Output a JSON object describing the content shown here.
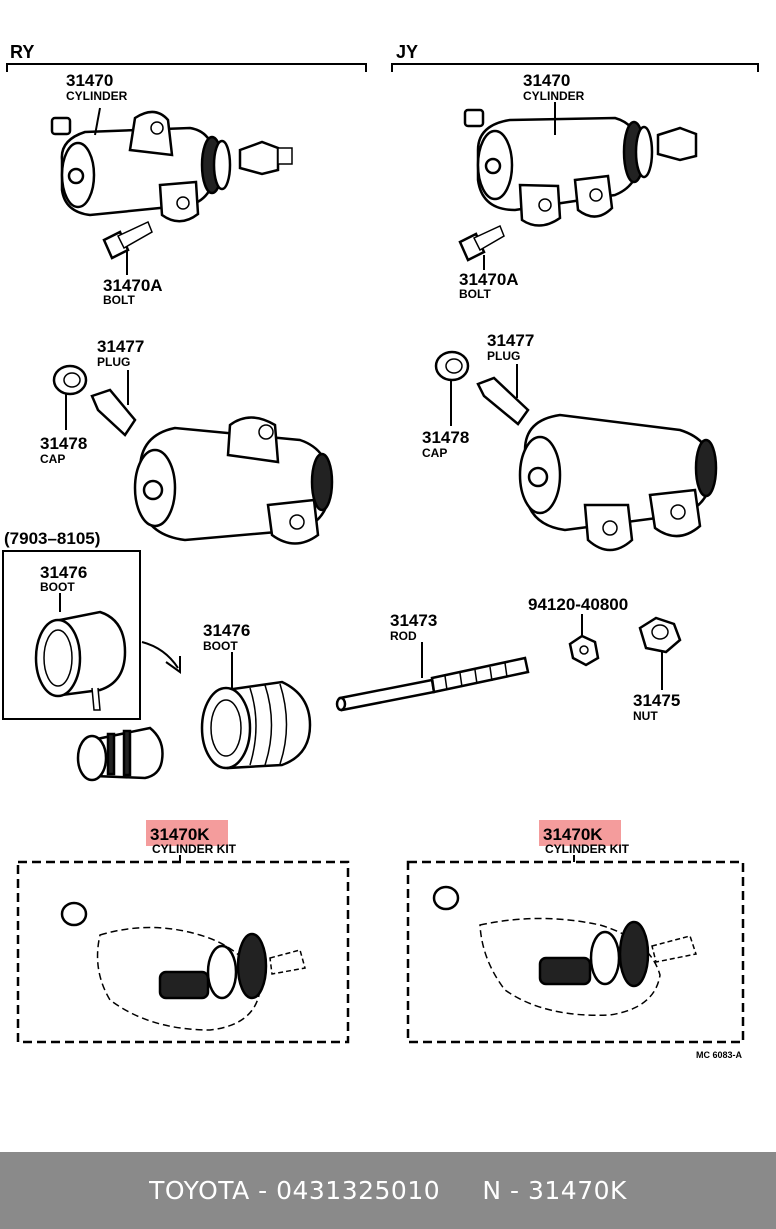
{
  "sections": {
    "left": "RY",
    "right": "JY",
    "date_range": "(7903–8105)"
  },
  "parts": {
    "cylinder_left": {
      "number": "31470",
      "name": "CYLINDER"
    },
    "cylinder_right": {
      "number": "31470",
      "name": "CYLINDER"
    },
    "bolt_left": {
      "number": "31470A",
      "name": "BOLT"
    },
    "bolt_right": {
      "number": "31470A",
      "name": "BOLT"
    },
    "plug_left": {
      "number": "31477",
      "name": "PLUG"
    },
    "plug_right": {
      "number": "31477",
      "name": "PLUG"
    },
    "cap_left": {
      "number": "31478",
      "name": "CAP"
    },
    "cap_right": {
      "number": "31478",
      "name": "CAP"
    },
    "boot_old": {
      "number": "31476",
      "name": "BOOT"
    },
    "boot_new": {
      "number": "31476",
      "name": "BOOT"
    },
    "rod": {
      "number": "31473",
      "name": "ROD"
    },
    "nut_small": {
      "number": "94120-40800"
    },
    "nut": {
      "number": "31475",
      "name": "NUT"
    },
    "kit_left": {
      "number": "31470K",
      "name": "CYLINDER KIT"
    },
    "kit_right": {
      "number": "31470K",
      "name": "CYLINDER KIT"
    }
  },
  "figure_code": "MC 6083-A",
  "highlight_color": "#f28b8b",
  "footer": {
    "text": "TOYOTA - 0431325010     N - 31470K",
    "background": "#8a8a8a"
  }
}
